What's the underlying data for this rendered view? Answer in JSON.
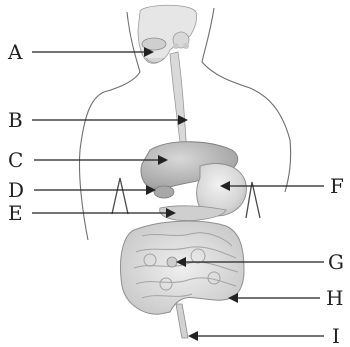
{
  "labels": {
    "A": "A",
    "B": "B",
    "C": "C",
    "D": "D",
    "E": "E",
    "F": "F",
    "G": "G",
    "H": "H",
    "I": "I"
  },
  "colors": {
    "outline": "#6f6f6f",
    "organ_fill": "#dcdcdc",
    "organ_shade": "#c4c4c4",
    "text": "#222222"
  }
}
